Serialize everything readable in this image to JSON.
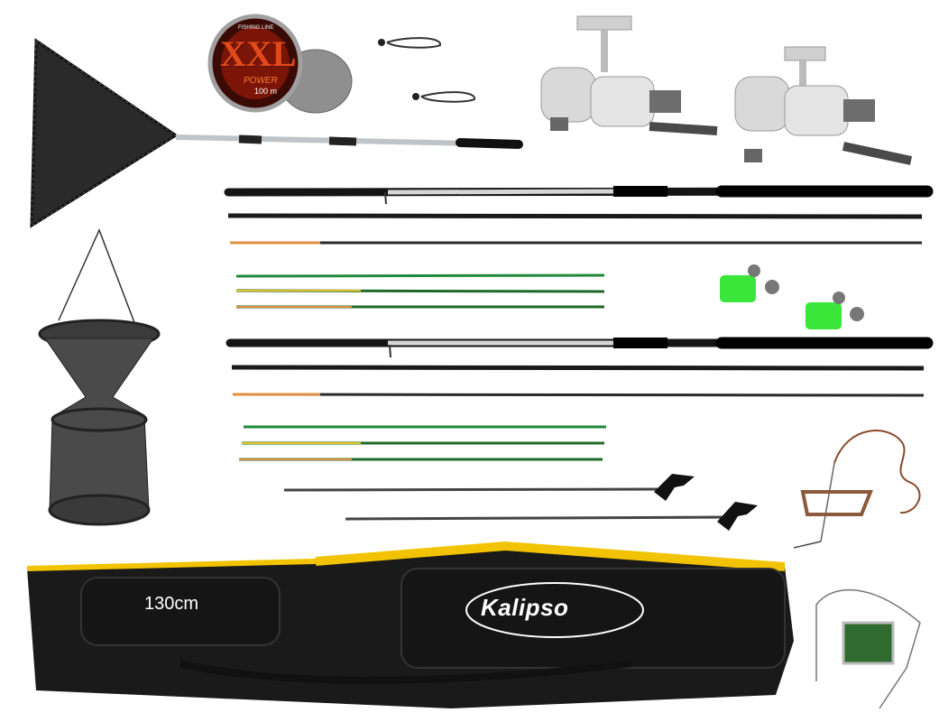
{
  "products": {
    "bag": {
      "size_label": "130cm",
      "brand_label": "Kalipso"
    },
    "line_spool": {
      "brand_label": "XXL",
      "subtitle": "POWER",
      "length_label": "100 m",
      "top_label": "FISHING LINE"
    }
  },
  "colors": {
    "bag_body": "#1a1a1a",
    "bag_trim": "#f2c300",
    "rod_blank": "#151515",
    "tip_green": "#1f8a3a",
    "bite_alarm": "#39e639",
    "spool_red": "#b2200f"
  }
}
